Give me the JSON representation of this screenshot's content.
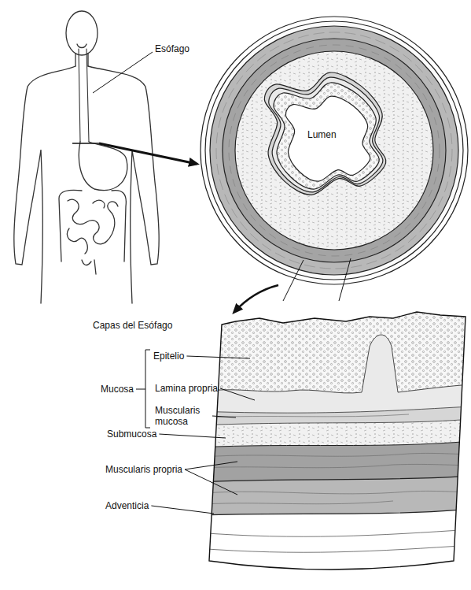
{
  "diagram": {
    "labels": [
      "Esófago",
      "Lumen",
      "Capas del Esófago",
      "Epitelio",
      "Mucosa",
      "Lamina propria",
      "Muscularis mucosa",
      "Submucosa",
      "Muscularis propria",
      "Adventicia"
    ]
  }
}
